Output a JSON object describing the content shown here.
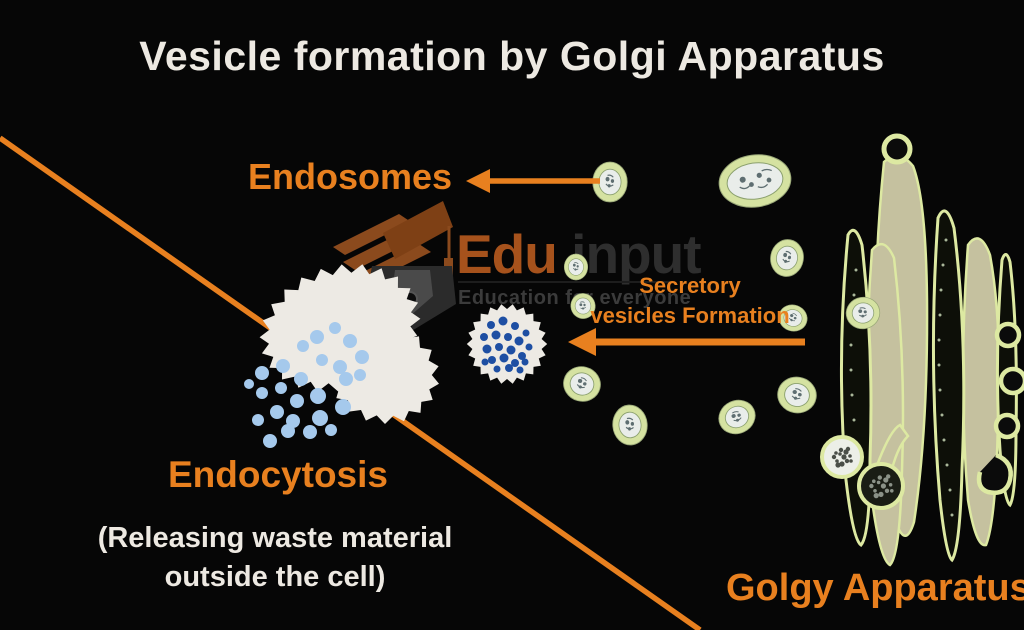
{
  "header": {
    "title": "Vesicle formation by Golgi Apparatus"
  },
  "annotations": {
    "endosomes": "Endosomes",
    "secretory_line1": "Secretory",
    "secretory_line2": "vesicles Formation",
    "endocytosis": "Endocytosis",
    "endocytosis_note_line1": "(Releasing waste material",
    "endocytosis_note_line2": "outside the cell)",
    "golgi": "Golgy Apparatus"
  },
  "watermark": {
    "brand_primary": "Edu",
    "brand_secondary": "input",
    "tagline": "Education for everyone"
  },
  "colors": {
    "background": "#060606",
    "accent_orange": "#E8801F",
    "heading_text": "#EDE9E2",
    "endosome_white": "#EDEAE4",
    "vesicle_ring": "#D5E2A1",
    "vesicle_inner": "#E9EDEA",
    "golgi_fill": "#C5C19F",
    "golgi_outline": "#DDE9A2",
    "dot_light_blue": "#A5C9EC",
    "dot_dark_blue": "#1E4FA3",
    "watermark_brown": "#8B4A1D",
    "watermark_orange": "#A6521C",
    "watermark_gray": "#2E2E2E",
    "watermark_tagline": "#3B3B3B"
  }
}
